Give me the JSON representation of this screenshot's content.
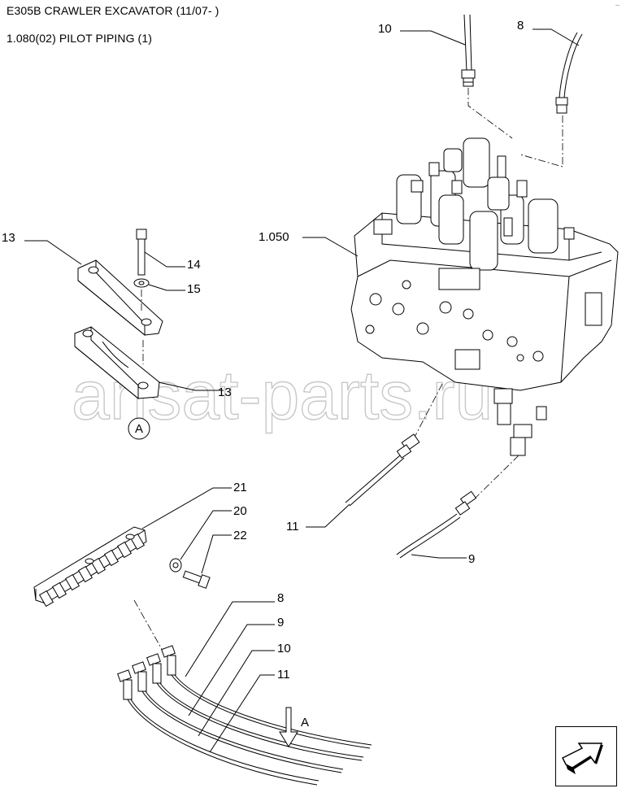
{
  "header": {
    "model": "E305B CRAWLER EXCAVATOR (11/07- )",
    "section": "1.080(02) PILOT PIPING (1)",
    "corner_mark": "—"
  },
  "watermark": "ansat-parts.ru",
  "callouts": {
    "c10_top": "10",
    "c8_top": "8",
    "c13_a": "13",
    "c14": "14",
    "c15": "15",
    "c13_b": "13",
    "c1050": "1.050",
    "view_a_circle": "A",
    "c21": "21",
    "c20": "20",
    "c22": "22",
    "c11_mid": "11",
    "c9_mid": "9",
    "c8_bot": "8",
    "c9_bot": "9",
    "c10_bot": "10",
    "c11_bot": "11",
    "arrow_a": "A"
  },
  "icons": {
    "nav": "next-page-arrow-icon",
    "view": "view-direction-arrow-icon"
  }
}
